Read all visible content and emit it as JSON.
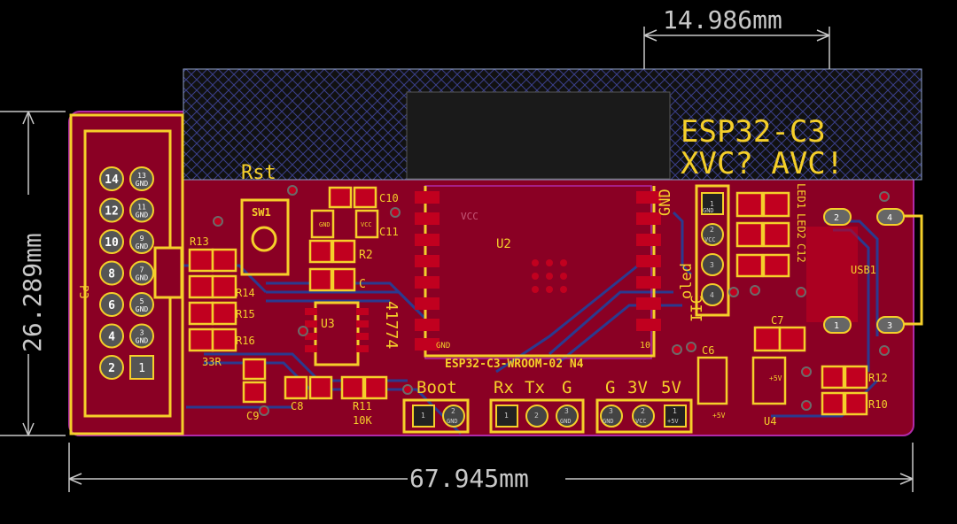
{
  "colors": {
    "background": "#000000",
    "board": "#8a0024",
    "silk": "#f5cf2a",
    "pad": "#c1001f",
    "trace_blue": "#2b3a8f",
    "dimension": "#c8c8c8",
    "outline": "#b02aa8"
  },
  "dimensions": {
    "width": "67.945mm",
    "height": "26.289mm",
    "antenna": "14.986mm"
  },
  "board_text": {
    "line1": "ESP32-C3",
    "line2": "XVC?  AVC!",
    "module_name": "ESP32-C3-WROOM-02 N4",
    "module_ref": "U2",
    "module_pin_gnd": "GND",
    "module_pin_10": "10",
    "net_vcc": "VCC"
  },
  "connector_p3": {
    "ref": "P3",
    "pins_left": [
      "14",
      "12",
      "10",
      "8",
      "6",
      "4",
      "2"
    ],
    "pins_right": [
      {
        "num": "13",
        "net": "GND"
      },
      {
        "num": "11",
        "net": "GND"
      },
      {
        "num": "9",
        "net": "GND"
      },
      {
        "num": "7",
        "net": "GND"
      },
      {
        "num": "5",
        "net": "GND"
      },
      {
        "num": "3",
        "net": "GND"
      },
      {
        "num": "1",
        "net": ""
      }
    ]
  },
  "components": {
    "sw1": "SW1",
    "rst": "Rst",
    "r13": "R13",
    "r14": "R14",
    "r15": "R15",
    "r16": "R16",
    "r33": "33R",
    "c9": "C9",
    "c8": "C8",
    "r11": "R11",
    "r11_value": "10K",
    "u3": "U3",
    "u3_value": "41774",
    "r2": "R2",
    "c_small": "C",
    "c10": "C10",
    "c11": "C11",
    "c6": "C6",
    "c7": "C7",
    "u4": "U4",
    "r12": "R12",
    "r10": "R10",
    "usb1": "USB1",
    "led1": "LED1",
    "led2": "LED2",
    "c12": "C12",
    "plus5v": "+5V",
    "gnd_small": "GND",
    "vcc_small": "VCC"
  },
  "headers": {
    "boot_label": "Boot",
    "boot_pins": [
      {
        "num": "1",
        "net": ""
      },
      {
        "num": "2",
        "net": "GND"
      }
    ],
    "uart_labels": [
      "Rx",
      "Tx",
      "G"
    ],
    "uart_pins": [
      {
        "num": "1",
        "net": ""
      },
      {
        "num": "2",
        "net": ""
      },
      {
        "num": "3",
        "net": "GND"
      }
    ],
    "power_labels": [
      "G",
      "3V",
      "5V"
    ],
    "power_pins": [
      {
        "num": "3",
        "net": "GND"
      },
      {
        "num": "2",
        "net": "VCC"
      },
      {
        "num": "1",
        "net": "+5V"
      }
    ],
    "oled_label": "oled",
    "iic_label": "IIC",
    "gnd_label": "GND",
    "oled_pins": [
      {
        "num": "1",
        "net": "GND"
      },
      {
        "num": "2",
        "net": "VCC"
      },
      {
        "num": "3",
        "net": ""
      },
      {
        "num": "4",
        "net": ""
      }
    ]
  },
  "usb_pins": [
    "2",
    "4",
    "1",
    "3"
  ]
}
